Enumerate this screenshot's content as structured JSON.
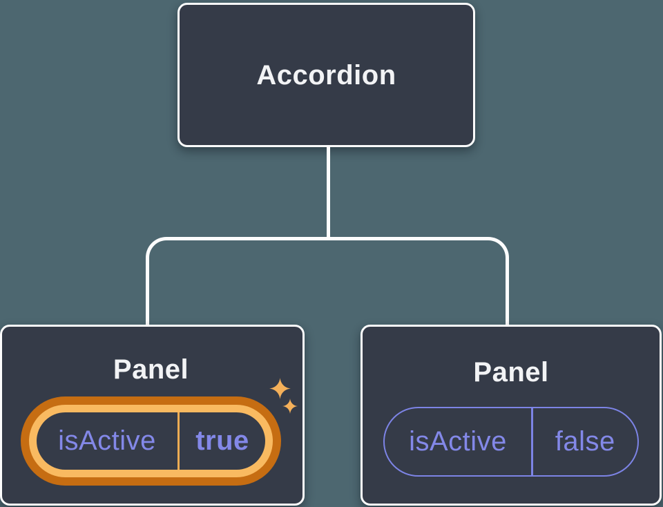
{
  "colors": {
    "background": "#4d6770",
    "node_fill": "#353b48",
    "node_border": "#fdfdfd",
    "connector": "#fdfdfd",
    "label_text": "#f2f3f5",
    "state_text": "#8388e8",
    "pill_border": "#7d84e6",
    "highlight_outer": "#c66d12",
    "highlight_inner": "#f9ba61",
    "highlight_divider": "#eeac53",
    "sparkle": "#f4b05a"
  },
  "icons": {
    "sparkle": "four-point-star"
  },
  "tree": {
    "root": {
      "label": "Accordion"
    },
    "children": [
      {
        "label": "Panel",
        "highlighted": true,
        "state": {
          "name": "isActive",
          "value": "true"
        }
      },
      {
        "label": "Panel",
        "highlighted": false,
        "state": {
          "name": "isActive",
          "value": "false"
        }
      }
    ]
  }
}
